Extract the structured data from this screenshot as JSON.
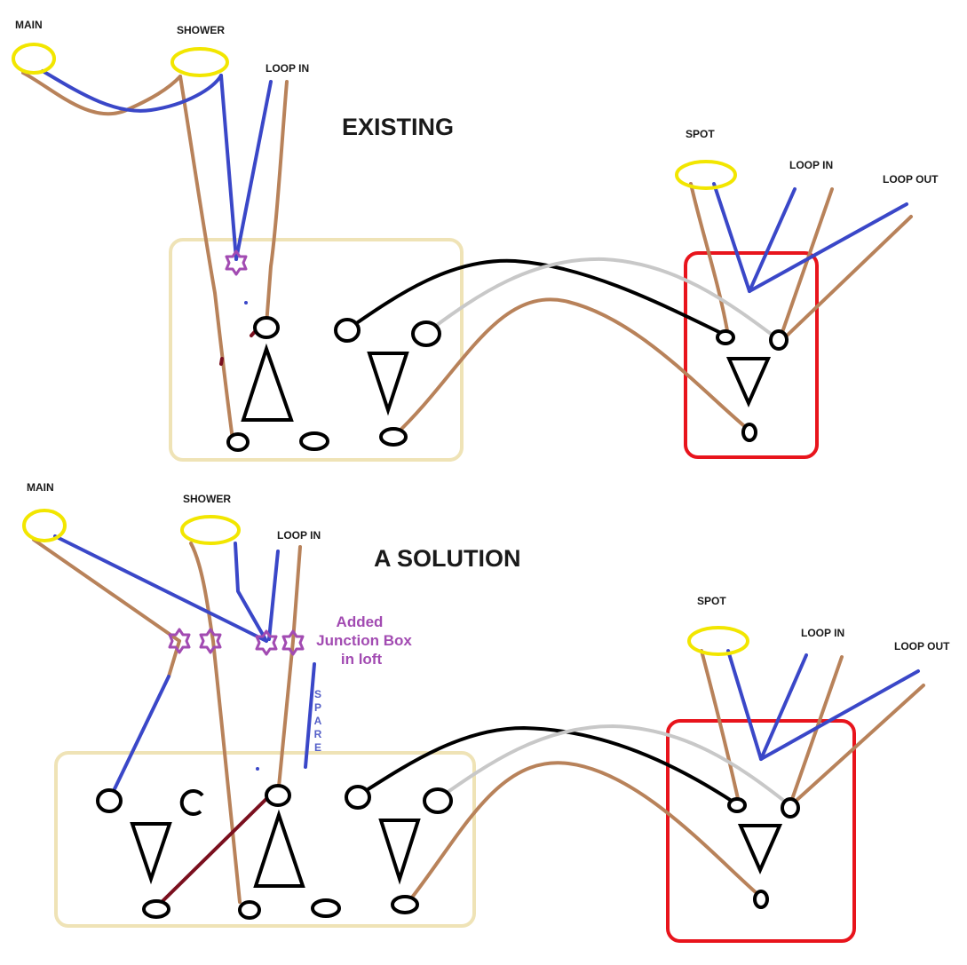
{
  "colors": {
    "live": "#b8825a",
    "neutral": "#3a47c8",
    "switch_wire": "#000000",
    "grey_wire": "#c8c8c8",
    "red_link": "#7a0f1e",
    "lamp": "#f2e600",
    "junction_star": "#a24bb2",
    "switch_box": "#efe3b6",
    "spot_box": "#e8141c",
    "title": "#1a1a1a",
    "spare_text": "#5560c8"
  },
  "existing": {
    "title": "EXISTING",
    "main": "MAIN",
    "shower": "SHOWER",
    "loop_in": "LOOP IN",
    "spot": "SPOT",
    "spot_loop_in": "LOOP IN",
    "loop_out": "LOOP OUT"
  },
  "solution": {
    "title": "A SOLUTION",
    "main": "MAIN",
    "shower": "SHOWER",
    "loop_in": "LOOP IN",
    "spot": "SPOT",
    "spot_loop_in": "LOOP IN",
    "loop_out": "LOOP OUT",
    "junction_note": [
      "Added",
      "Junction Box",
      "in loft"
    ],
    "spare": [
      "S",
      "P",
      "A",
      "R",
      "E"
    ]
  }
}
